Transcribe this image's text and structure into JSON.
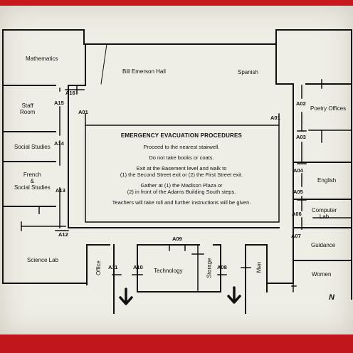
{
  "rooms": {
    "mathematics": "Mathematics",
    "bill_emerson_hall": "Bill Emerson Hall",
    "spanish": "Spanish",
    "staff_room": "Staff\nRoom",
    "social_studies": "Social Studies",
    "french_social_studies": "French\n&\nSocial Studies",
    "science_lab": "Science Lab",
    "office": "Office",
    "technology": "Technology",
    "storage": "Storage",
    "men": "Men",
    "poetry_offices": "Poetry Offices",
    "english": "English",
    "computer_lab": "Computer\nLab",
    "guidance": "Guidance",
    "women": "Women"
  },
  "doors": {
    "a01_left": "A01",
    "a01_right": "A01",
    "a02": "A02",
    "a03": "A03",
    "a04": "A04",
    "a05": "A05",
    "a06": "A06",
    "a07": "A07",
    "a08": "A08",
    "a09": "A09",
    "a10": "A10",
    "a11": "A11",
    "a12": "A12",
    "a13": "A13",
    "a14": "A14",
    "a15": "A15",
    "a16": "A16"
  },
  "notice": {
    "title": "EMERGENCY EVACUATION PROCEDURES",
    "line1": "Proceed to the nearest stairwell.",
    "line2": "Do not take books or coats.",
    "line3a": "Exit at the Basement level and walk to",
    "line3b": "(1) the Second Street exit or (2) the First Street exit.",
    "line4a": "Gather at (1) the Madison Plaza or",
    "line4b": "(2) in front of the Adams Building South steps.",
    "line5": "Teachers will take roll and further instructions will be given."
  },
  "compass": {
    "north": "N"
  },
  "arrows": {
    "glyph": "🡻"
  },
  "colors": {
    "background": "#b3141a",
    "board": "#efeee6",
    "ink": "#111111"
  }
}
